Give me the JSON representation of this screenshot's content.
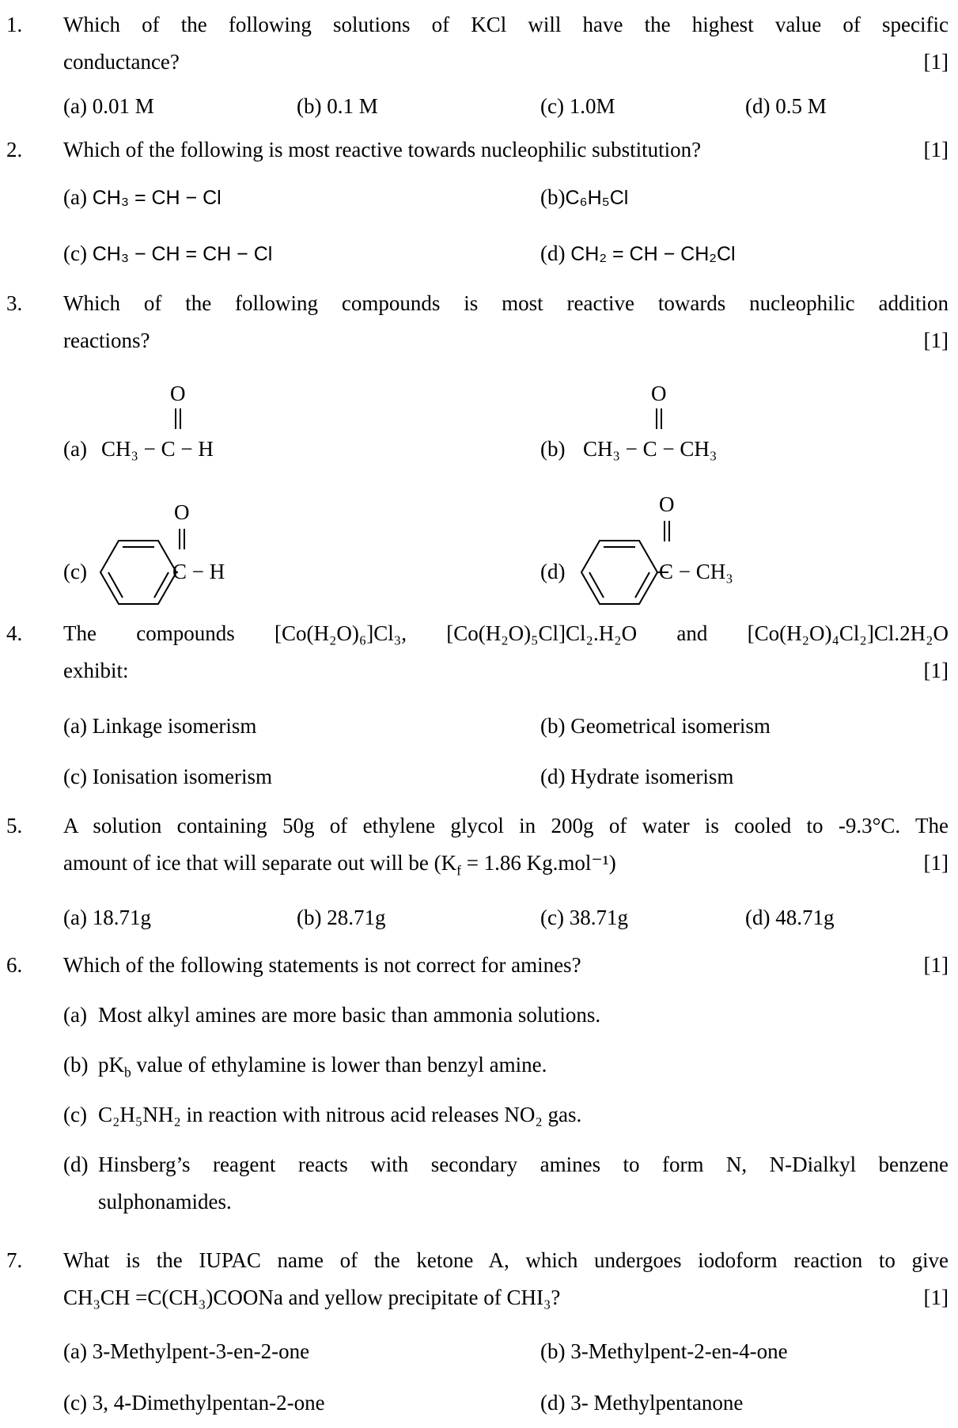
{
  "questions": [
    {
      "num": "1.",
      "stem_l1": "Which of the following solutions of KCl will have the highest value of specific",
      "stem_l2": "conductance?",
      "marks": "[1]",
      "options": [
        "(a) 0.01 M",
        "(b) 0.1 M",
        "(c) 1.0M",
        "(d) 0.5 M"
      ]
    },
    {
      "num": "2.",
      "stem": "Which of the following is most reactive towards nucleophilic substitution?",
      "marks": "[1]",
      "options": [
        {
          "label": "(a)",
          "formula": "CH₃ = CH − Cl"
        },
        {
          "label": "(b)",
          "formula": "C₆H₅Cl"
        },
        {
          "label": "(c)",
          "formula": "CH₃ − CH = CH − Cl"
        },
        {
          "label": "(d)",
          "formula": "CH₂ = CH − CH₂Cl"
        }
      ]
    },
    {
      "num": "3.",
      "stem_l1": "Which of the following compounds is most reactive towards nucleophilic addition",
      "stem_l2": "reactions?",
      "marks": "[1]",
      "options": [
        {
          "label": "(a)",
          "top": "O",
          "formula": "CH₃ − C − H"
        },
        {
          "label": "(b)",
          "top": "O",
          "formula": "CH₃ − C − CH₃"
        },
        {
          "label": "(c)",
          "top": "O",
          "formula": "C − H"
        },
        {
          "label": "(d)",
          "top": "O",
          "formula": "C − CH₃"
        }
      ]
    },
    {
      "num": "4.",
      "stem_l1": "The compounds [Co(H₂O)₆]Cl₃, [Co(H₂O)₅Cl]Cl₂.H₂O and [Co(H₂O)₄Cl₂]Cl.2H₂O",
      "stem_l2": "exhibit:",
      "marks": "[1]",
      "options": [
        "(a) Linkage isomerism",
        "(b) Geometrical isomerism",
        "(c) Ionisation isomerism",
        "(d) Hydrate isomerism"
      ]
    },
    {
      "num": "5.",
      "stem_l1": "A solution containing 50g of ethylene glycol in 200g of water is cooled to -9.3°C. The",
      "stem_l2": "amount of ice that will separate out will be (K_f = 1.86 Kg.mol⁻¹)",
      "marks": "[1]",
      "options": [
        "(a) 18.71g",
        "(b) 28.71g",
        "(c) 38.71g",
        "(d) 48.71g"
      ]
    },
    {
      "num": "6.",
      "stem": "Which of the following statements is not correct for amines?",
      "marks": "[1]",
      "options": [
        {
          "label": "(a)",
          "text": "Most alkyl amines are more basic than ammonia solutions."
        },
        {
          "label": "(b)",
          "text": "pK_b value of ethylamine is lower than benzyl amine."
        },
        {
          "label": "(c)",
          "text": "C₂H₅NH₂ in reaction with nitrous acid releases NO₂ gas."
        },
        {
          "label": "(d)",
          "text_l1": "Hinsberg’s reagent reacts with secondary amines to form N, N-Dialkyl benzene",
          "text_l2": "sulphonamides."
        }
      ]
    },
    {
      "num": "7.",
      "stem_l1": "What is the IUPAC name of the ketone A, which undergoes iodoform reaction to give",
      "stem_l2": "CH₃CH =C(CH₃)COONa and yellow precipitate of CHI₃?",
      "marks": "[1]",
      "options": [
        "(a) 3-Methylpent-3-en-2-one",
        "(b) 3-Methylpent-2-en-4-one",
        "(c) 3, 4-Dimethylpentan-2-one",
        "(d) 3- Methylpentanone"
      ]
    }
  ]
}
